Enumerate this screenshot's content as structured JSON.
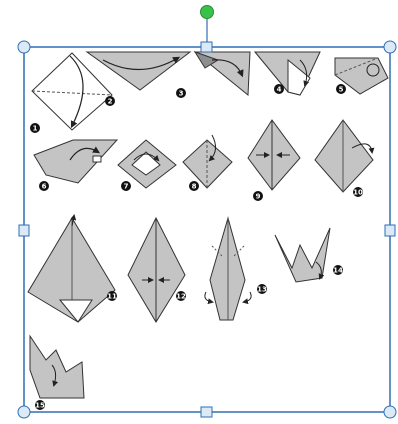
{
  "canvas": {
    "description": "",
    "colors": {
      "selection_border": "#2f6fb4",
      "handle_fill": "#dce9f7",
      "rotate_handle": "#39c24a",
      "paper_gray": "#c4c4c4",
      "paper_dark": "#8e8e8e",
      "line": "#333333"
    }
  },
  "selection": {
    "handles": [
      "top-left",
      "top",
      "top-right",
      "left",
      "right",
      "bottom-left",
      "bottom",
      "bottom-right"
    ],
    "rotate_handle_icon": "rotate-handle-icon"
  },
  "steps": [
    {
      "label": "1"
    },
    {
      "label": "2"
    },
    {
      "label": "3"
    },
    {
      "label": "4"
    },
    {
      "label": "5"
    },
    {
      "label": "6"
    },
    {
      "label": "7"
    },
    {
      "label": "8"
    },
    {
      "label": "9"
    },
    {
      "label": "10"
    },
    {
      "label": "11"
    },
    {
      "label": "12"
    },
    {
      "label": "13"
    },
    {
      "label": "14"
    },
    {
      "label": "15"
    }
  ]
}
